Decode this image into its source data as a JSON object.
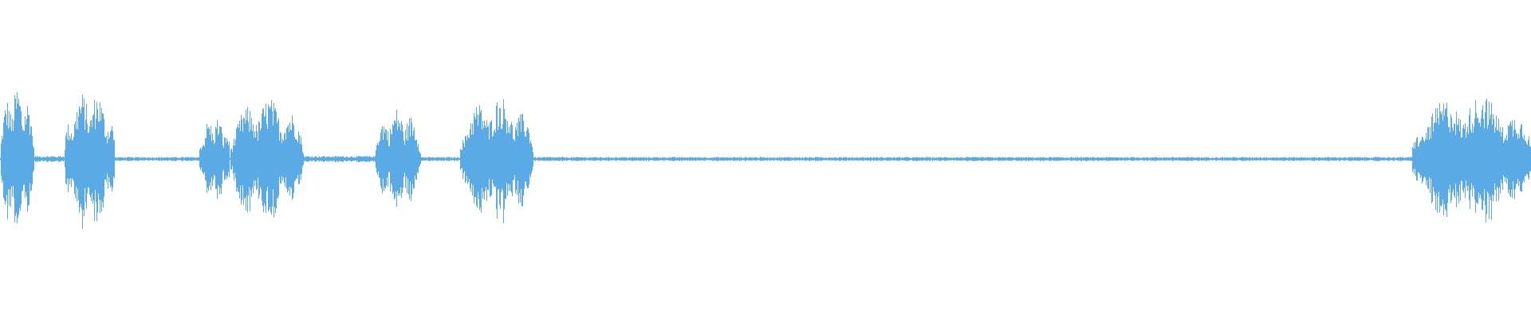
{
  "waveform": {
    "color": "#5AAAE6",
    "background": "#FFFFFF",
    "duration_fraction_segments": [
      {
        "start": 0.0,
        "end": 0.022,
        "amplitude": 0.72,
        "label": "burst"
      },
      {
        "start": 0.022,
        "end": 0.042,
        "amplitude": 0.03,
        "label": "quiet"
      },
      {
        "start": 0.042,
        "end": 0.075,
        "amplitude": 0.68,
        "label": "burst"
      },
      {
        "start": 0.075,
        "end": 0.13,
        "amplitude": 0.02,
        "label": "quiet"
      },
      {
        "start": 0.13,
        "end": 0.15,
        "amplitude": 0.42,
        "label": "burst"
      },
      {
        "start": 0.15,
        "end": 0.198,
        "amplitude": 0.6,
        "label": "burst"
      },
      {
        "start": 0.198,
        "end": 0.245,
        "amplitude": 0.03,
        "label": "quiet"
      },
      {
        "start": 0.245,
        "end": 0.275,
        "amplitude": 0.5,
        "label": "burst"
      },
      {
        "start": 0.275,
        "end": 0.3,
        "amplitude": 0.02,
        "label": "quiet"
      },
      {
        "start": 0.3,
        "end": 0.348,
        "amplitude": 0.62,
        "label": "burst"
      },
      {
        "start": 0.348,
        "end": 0.922,
        "amplitude": 0.02,
        "label": "quiet"
      },
      {
        "start": 0.922,
        "end": 1.0,
        "amplitude": 0.64,
        "label": "burst"
      }
    ]
  }
}
